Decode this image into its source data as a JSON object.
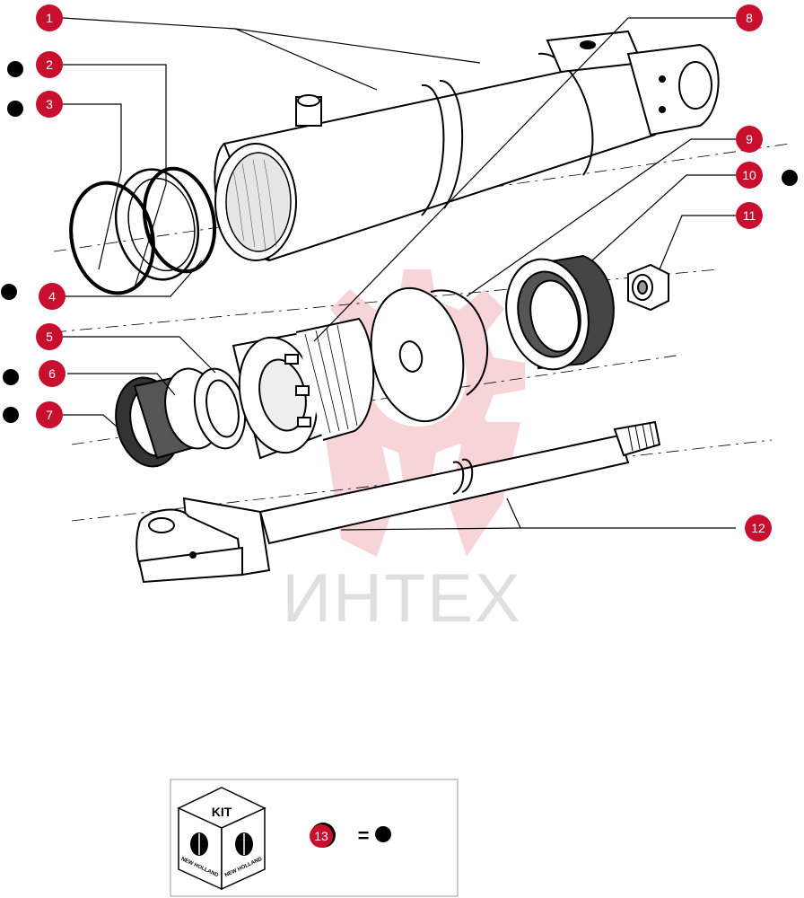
{
  "watermark": {
    "text": "ИНТЕХ",
    "color": "#f2c4c8"
  },
  "callout_color": "#c8102e",
  "kit_marker_color": "#000000",
  "callouts": [
    {
      "id": "1",
      "label": "1",
      "kit": false
    },
    {
      "id": "2",
      "label": "2",
      "kit": true
    },
    {
      "id": "3",
      "label": "3",
      "kit": true
    },
    {
      "id": "4",
      "label": "4",
      "kit": true
    },
    {
      "id": "5",
      "label": "5",
      "kit": false
    },
    {
      "id": "6",
      "label": "6",
      "kit": true
    },
    {
      "id": "7",
      "label": "7",
      "kit": true
    },
    {
      "id": "8",
      "label": "8",
      "kit": false
    },
    {
      "id": "9",
      "label": "9",
      "kit": false
    },
    {
      "id": "10",
      "label": "10",
      "kit": true
    },
    {
      "id": "11",
      "label": "11",
      "kit": false
    },
    {
      "id": "12",
      "label": "12",
      "kit": false
    }
  ],
  "legend": {
    "box_title": "KIT",
    "brand_left": "NEW HOLLAND",
    "brand_right": "NEW HOLLAND",
    "callout_label": "13",
    "equals": "="
  }
}
